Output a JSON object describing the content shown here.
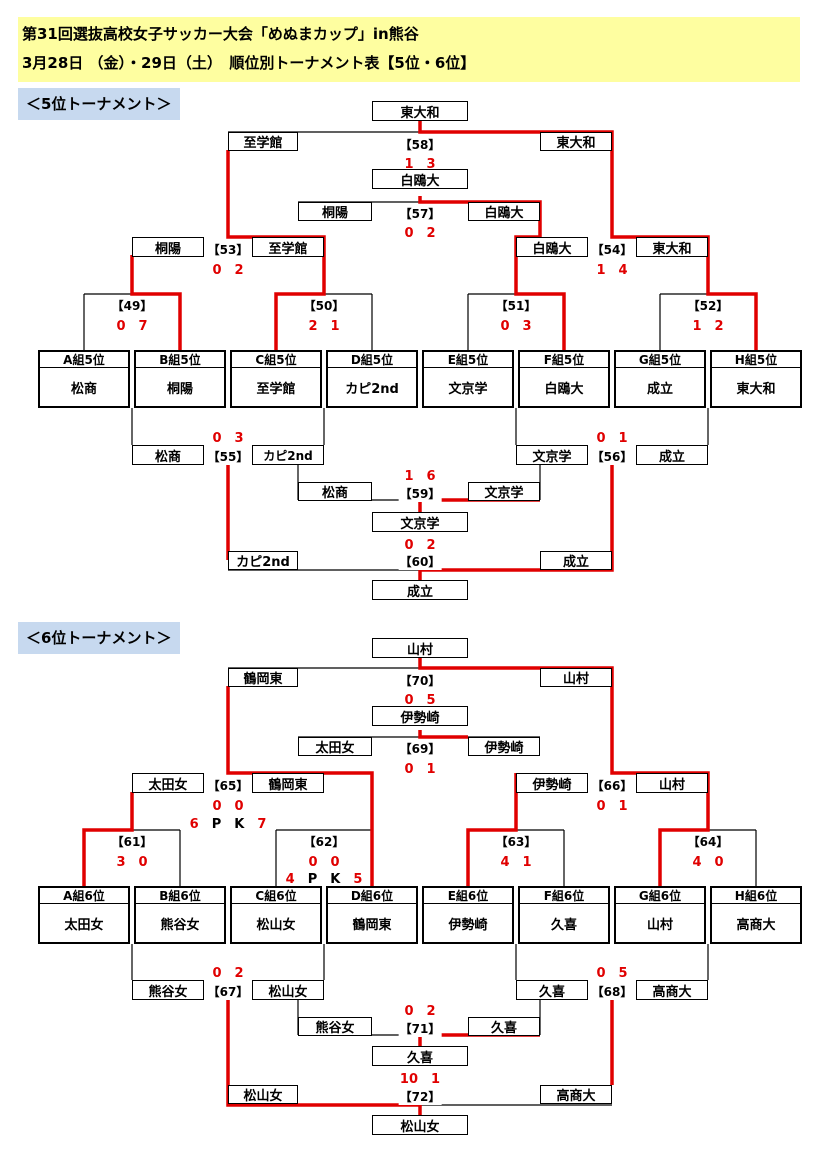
{
  "header": {
    "line1": "第31回選抜高校女子サッカー大会「めぬまカップ」in熊谷",
    "line2": "3月28日 （金）・29日（土）　順位別トーナメント表【5位・6位】"
  },
  "t5": {
    "title": "＜5位トーナメント＞",
    "top_winner": "東大和",
    "m58": {
      "label": "【58】",
      "left": "至学館",
      "right": "東大和",
      "score": "1　3",
      "winner": "白鴎大"
    },
    "m57": {
      "label": "【57】",
      "left": "桐陽",
      "right": "白鴎大",
      "score": "0　2"
    },
    "m53": {
      "label": "【53】",
      "left": "桐陽",
      "right": "至学館",
      "score": "0　2"
    },
    "m54": {
      "label": "【54】",
      "left": "白鴎大",
      "right": "東大和",
      "score": "1　4"
    },
    "m49": {
      "label": "【49】",
      "score": "0　7"
    },
    "m50": {
      "label": "【50】",
      "score": "2　1"
    },
    "m51": {
      "label": "【51】",
      "score": "0　3"
    },
    "m52": {
      "label": "【52】",
      "score": "1　2"
    },
    "teams": [
      {
        "group": "A組5位",
        "name": "松商"
      },
      {
        "group": "B組5位",
        "name": "桐陽"
      },
      {
        "group": "C組5位",
        "name": "至学館"
      },
      {
        "group": "D組5位",
        "name": "カピ2nd"
      },
      {
        "group": "E組5位",
        "name": "文京学"
      },
      {
        "group": "F組5位",
        "name": "白鴎大"
      },
      {
        "group": "G組5位",
        "name": "成立"
      },
      {
        "group": "H組5位",
        "name": "東大和"
      }
    ],
    "m55": {
      "label": "【55】",
      "left": "松商",
      "right": "カピ2nd",
      "score": "0　3"
    },
    "m56": {
      "label": "【56】",
      "left": "文京学",
      "right": "成立",
      "score": "0　1"
    },
    "m59": {
      "label": "【59】",
      "left": "松商",
      "right": "文京学",
      "score": "1　6",
      "winner": "文京学"
    },
    "m60": {
      "label": "【60】",
      "left": "カピ2nd",
      "right": "成立",
      "score": "0　2",
      "winner": "成立"
    }
  },
  "t6": {
    "title": "＜6位トーナメント＞",
    "top_winner": "山村",
    "m70": {
      "label": "【70】",
      "left": "鶴岡東",
      "right": "山村",
      "score": "0　5",
      "winner": "伊勢崎"
    },
    "m69": {
      "label": "【69】",
      "left": "太田女",
      "right": "伊勢崎",
      "score": "0　1"
    },
    "m65": {
      "label": "【65】",
      "left": "太田女",
      "right": "鶴岡東",
      "score": "0　0",
      "pk_l": "6",
      "pk_r": "7",
      "pk_text": "P　K"
    },
    "m66": {
      "label": "【66】",
      "left": "伊勢崎",
      "right": "山村",
      "score": "0　1"
    },
    "m61": {
      "label": "【61】",
      "score": "3　0"
    },
    "m62": {
      "label": "【62】",
      "score": "0　0",
      "pk_l": "4",
      "pk_r": "5",
      "pk_text": "P　K"
    },
    "m63": {
      "label": "【63】",
      "score": "4　1"
    },
    "m64": {
      "label": "【64】",
      "score": "4　0"
    },
    "teams": [
      {
        "group": "A組6位",
        "name": "太田女"
      },
      {
        "group": "B組6位",
        "name": "熊谷女"
      },
      {
        "group": "C組6位",
        "name": "松山女"
      },
      {
        "group": "D組6位",
        "name": "鶴岡東"
      },
      {
        "group": "E組6位",
        "name": "伊勢崎"
      },
      {
        "group": "F組6位",
        "name": "久喜"
      },
      {
        "group": "G組6位",
        "name": "山村"
      },
      {
        "group": "H組6位",
        "name": "高商大"
      }
    ],
    "m67": {
      "label": "【67】",
      "left": "熊谷女",
      "right": "松山女",
      "score": "0　2"
    },
    "m68": {
      "label": "【68】",
      "left": "久喜",
      "right": "高商大",
      "score": "0　5"
    },
    "m71": {
      "label": "【71】",
      "left": "熊谷女",
      "right": "久喜",
      "score": "0　2",
      "winner": "久喜"
    },
    "m72": {
      "label": "【72】",
      "left": "松山女",
      "right": "高商大",
      "score": "10　1",
      "winner": "松山女"
    }
  },
  "colors": {
    "header_bg": "#fefea0",
    "section_bg": "#c7d9ef",
    "win_line": "#e00000",
    "line": "#000000"
  }
}
